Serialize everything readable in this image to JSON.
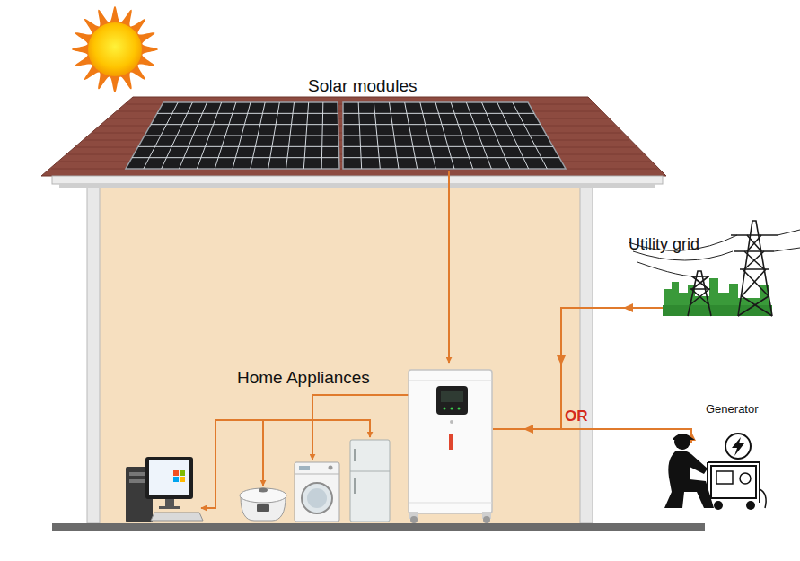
{
  "diagram": {
    "labels": [
      "Solar modules",
      "Utility grid",
      "Home Appliances",
      "OR",
      "Generator"
    ]
  }
}
